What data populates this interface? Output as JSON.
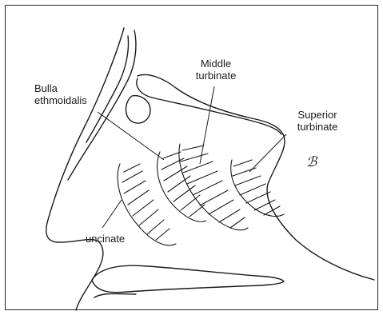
{
  "labels": {
    "bulla_line1": "Bulla",
    "bulla_line2": "ethmoidalis",
    "middle_line1": "Middle",
    "middle_line2": "turbinate",
    "superior_line1": "Superior",
    "superior_line2": "turbinate",
    "uncinate": "uncinate"
  },
  "signature": "ℬ",
  "colors": {
    "ink": "#1a1a1a",
    "border": "#222222",
    "background": "#ffffff"
  }
}
